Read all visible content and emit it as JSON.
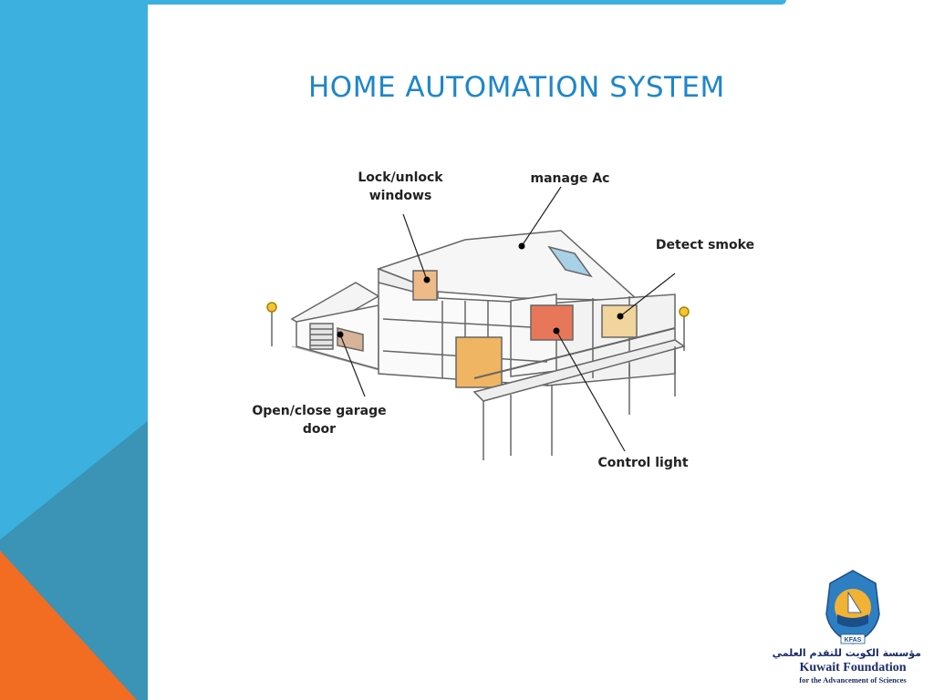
{
  "slide": {
    "title": "HOME AUTOMATION SYSTEM",
    "colors": {
      "title": "#1e86c9",
      "sidebar_blue": "#3cb0de",
      "sidebar_teal": "#3b93b5",
      "sidebar_orange": "#f26c22",
      "top_bar": "#3cb0de"
    }
  },
  "diagram": {
    "image": "house-cutaway-illustration",
    "callouts": {
      "lock_windows": "Lock/unlock windows",
      "manage_ac": "manage Ac",
      "detect_smoke": "Detect smoke",
      "garage_door": "Open/close garage door",
      "control_light": "Control light"
    }
  },
  "logo": {
    "arabic": "مؤسسة الكويت للتقدم العلمي",
    "name": "Kuwait Foundation",
    "subtitle": "for the Advancement of Sciences",
    "emblem_text": "KFAS",
    "icon": "kfas-emblem-icon"
  }
}
